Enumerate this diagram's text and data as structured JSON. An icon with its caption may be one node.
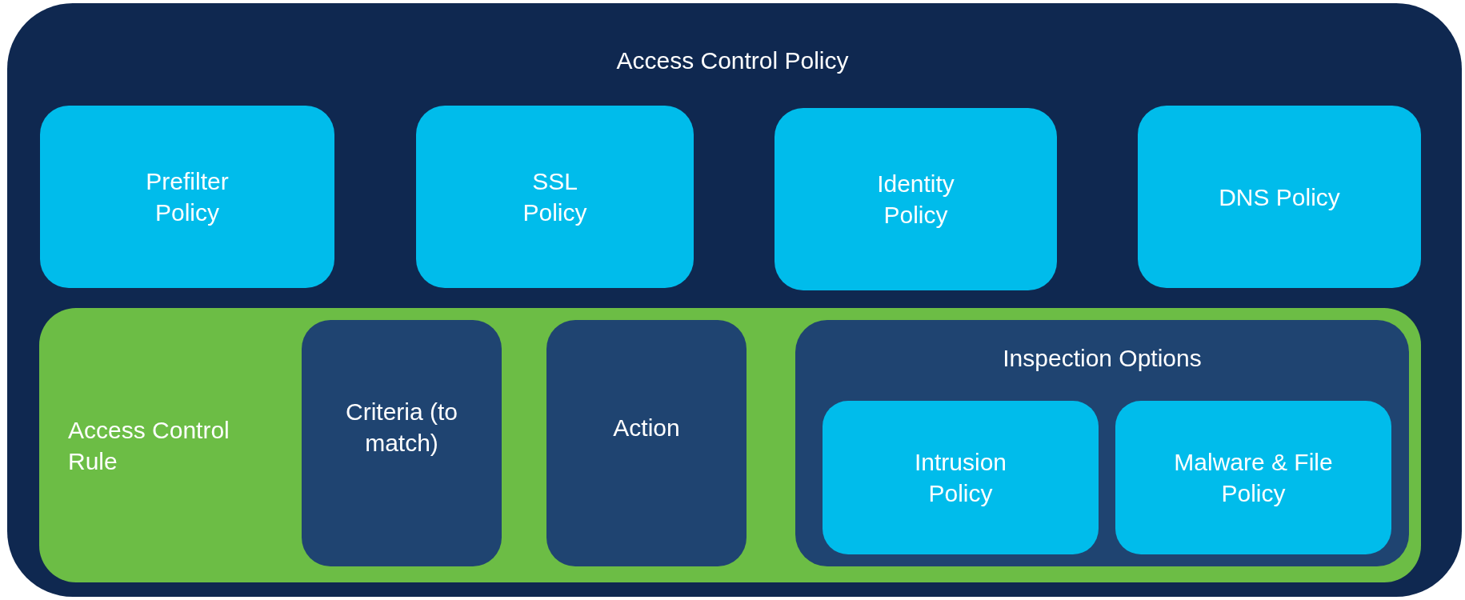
{
  "diagram": {
    "nodes": [
      {
        "text": [
          "Access Control Policy"
        ]
      },
      {
        "text": [
          "Prefilter Policy"
        ],
        "in": 0
      },
      {
        "text": [
          "SSL Policy"
        ],
        "in": 0
      },
      {
        "text": [
          "Identity Policy"
        ],
        "in": 0
      },
      {
        "text": [
          "DNS Policy"
        ],
        "in": 0
      },
      {
        "text": [
          "Access Control Rule"
        ],
        "in": 0
      },
      {
        "text": [
          "Criteria (to match)"
        ],
        "in": 5
      },
      {
        "text": [
          "Action"
        ],
        "in": 5
      },
      {
        "text": [
          "Inspection Options"
        ],
        "in": 5
      },
      {
        "text": [
          "Intrusion Policy"
        ],
        "in": 8
      },
      {
        "text": [
          "Malware & File Policy"
        ],
        "in": 8
      }
    ]
  }
}
